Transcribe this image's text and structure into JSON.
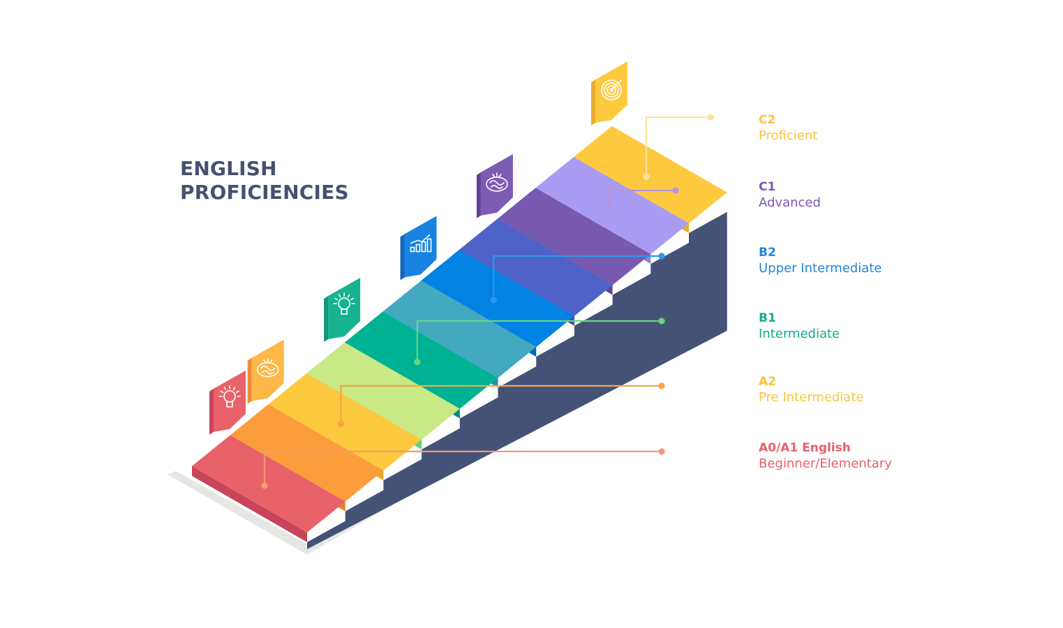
{
  "title": {
    "line1": "ENGLISH",
    "line2": "PROFICIENCIES"
  },
  "steps": [
    {
      "code": "A0/A1 English",
      "name": "Beginner/Elementary",
      "label_color": "#e8606b",
      "top": "#e9626a",
      "front": "#c84459",
      "line": "#f59a74",
      "icon": "lightbulb-icon",
      "icon_face": "#e9626a",
      "icon_side": "#c84459"
    },
    {
      "code": "",
      "name": "",
      "label_color": "",
      "top": "#fc9d3c",
      "front": "#e27f31",
      "line": "",
      "icon": "brain-icon",
      "icon_face": "#fdb847",
      "icon_side": "#f28a39"
    },
    {
      "code": "A2",
      "name": "Pre Intermediate",
      "label_color": "#f7c43b",
      "top": "#fdc93e",
      "front": "#e5a933",
      "line": "#f8a447",
      "icon": "",
      "icon_face": "",
      "icon_side": ""
    },
    {
      "code": "",
      "name": "",
      "label_color": "",
      "top": "#c8e985",
      "front": "#64cf84",
      "line": "",
      "icon": "lightbulb-icon",
      "icon_face": "#17b28f",
      "icon_side": "#14957c"
    },
    {
      "code": "B1",
      "name": "Intermediate",
      "label_color": "#15a98a",
      "top": "#00b294",
      "front": "#018e7a",
      "line": "#67d47f",
      "icon": "",
      "icon_face": "",
      "icon_side": ""
    },
    {
      "code": "",
      "name": "",
      "label_color": "",
      "top": "#43a9c1",
      "front": "#278ea8",
      "line": "",
      "icon": "growth-chart-icon",
      "icon_face": "#1a83e2",
      "icon_side": "#1266b5"
    },
    {
      "code": "B2",
      "name": "Upper Intermediate",
      "label_color": "#1f86dc",
      "top": "#0283e3",
      "front": "#0267be",
      "line": "#2a98ec",
      "icon": "",
      "icon_face": "",
      "icon_side": ""
    },
    {
      "code": "",
      "name": "",
      "label_color": "",
      "top": "#4e62c8",
      "front": "#3c4ca7",
      "line": "",
      "icon": "brain-icon",
      "icon_face": "#7c5bb3",
      "icon_side": "#5f4391"
    },
    {
      "code": "",
      "name": "",
      "label_color": "",
      "top": "#775aaf",
      "front": "#5d4592",
      "line": "",
      "icon": "",
      "icon_face": "",
      "icon_side": ""
    },
    {
      "code": "C1",
      "name": "Advanced",
      "label_color": "#7a58ae",
      "top": "#a99cf2",
      "front": "#8f84d5",
      "line": "#b795dd",
      "icon": "",
      "icon_face": "",
      "icon_side": ""
    },
    {
      "code": "C2",
      "name": "Proficient",
      "label_color": "#fbc33e",
      "top": "#ffc93f",
      "front": "#eab02b",
      "line": "#fde29f",
      "icon": "target-icon",
      "icon_face": "#fdc93e",
      "icon_side": "#e8ad2f"
    }
  ],
  "colors": {
    "side_wall": "#445276",
    "title": "#46516f",
    "base_outline": "#e6e6e4"
  }
}
